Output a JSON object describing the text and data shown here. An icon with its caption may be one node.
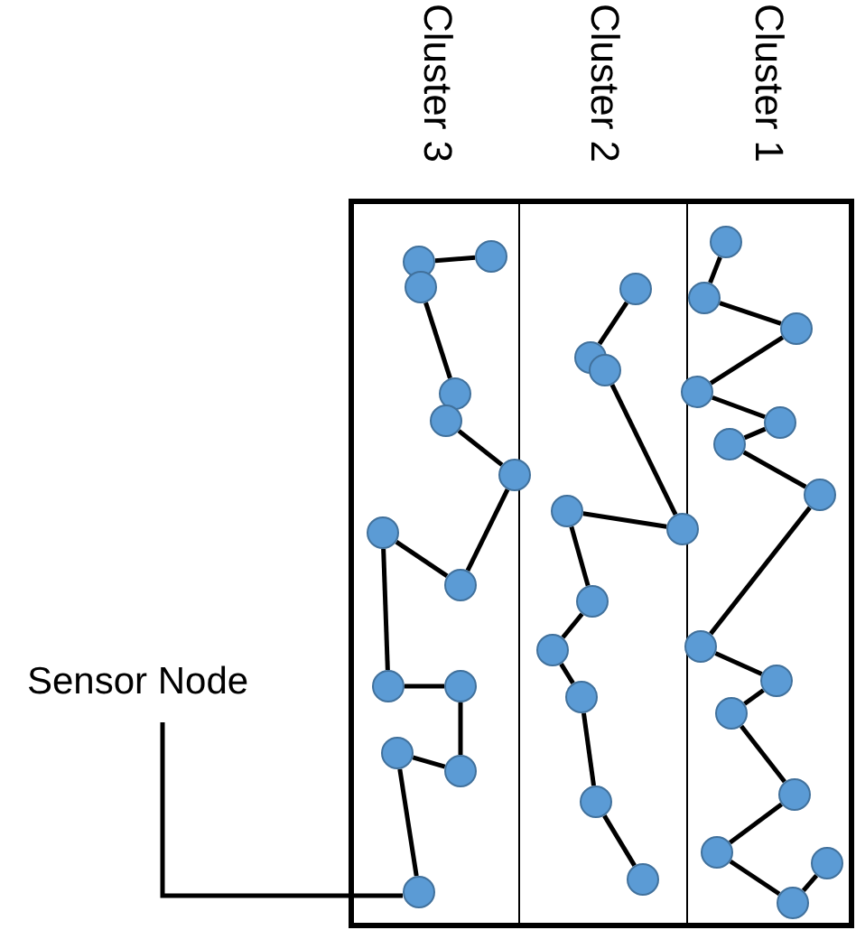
{
  "diagram": {
    "nodes": [
      {
        "text": [],
        "shape": "box"
      },
      {
        "text": [
          "Cluster 3"
        ],
        "in": 0
      },
      {
        "text": [
          "Cluster 2"
        ],
        "in": 0
      },
      {
        "text": [
          "Cluster 1"
        ],
        "in": 0
      },
      {
        "text": [
          "Sensor Node"
        ]
      },
      {
        "text": [],
        "shape": "circle",
        "in": 1
      },
      {
        "text": [],
        "shape": "circle",
        "in": 1
      },
      {
        "text": [],
        "shape": "circle",
        "in": 1
      },
      {
        "text": [],
        "shape": "circle",
        "in": 1
      },
      {
        "text": [],
        "shape": "circle",
        "in": 1
      },
      {
        "text": [],
        "shape": "circle",
        "in": 1
      },
      {
        "text": [],
        "shape": "circle",
        "in": 1
      },
      {
        "text": [],
        "shape": "circle",
        "in": 1
      },
      {
        "text": [],
        "shape": "circle",
        "in": 1
      },
      {
        "text": [],
        "shape": "circle",
        "in": 1
      },
      {
        "text": [],
        "shape": "circle",
        "in": 1
      },
      {
        "text": [],
        "shape": "circle",
        "in": 1
      },
      {
        "text": [],
        "shape": "circle",
        "in": 1
      },
      {
        "text": [],
        "shape": "circle",
        "in": 2
      },
      {
        "text": [],
        "shape": "circle",
        "in": 2
      },
      {
        "text": [],
        "shape": "circle",
        "in": 2
      },
      {
        "text": [],
        "shape": "circle",
        "in": 2
      },
      {
        "text": [],
        "shape": "circle",
        "in": 2
      },
      {
        "text": [],
        "shape": "circle",
        "in": 2
      },
      {
        "text": [],
        "shape": "circle",
        "in": 2
      },
      {
        "text": [],
        "shape": "circle",
        "in": 2
      },
      {
        "text": [],
        "shape": "circle",
        "in": 2
      },
      {
        "text": [],
        "shape": "circle",
        "in": 2
      },
      {
        "text": [],
        "shape": "circle",
        "in": 3
      },
      {
        "text": [],
        "shape": "circle",
        "in": 3
      },
      {
        "text": [],
        "shape": "circle",
        "in": 3
      },
      {
        "text": [],
        "shape": "circle",
        "in": 3
      },
      {
        "text": [],
        "shape": "circle",
        "in": 3
      },
      {
        "text": [],
        "shape": "circle",
        "in": 3
      },
      {
        "text": [],
        "shape": "circle",
        "in": 3
      },
      {
        "text": [],
        "shape": "circle",
        "in": 3
      },
      {
        "text": [],
        "shape": "circle",
        "in": 3
      },
      {
        "text": [],
        "shape": "circle",
        "in": 3
      },
      {
        "text": [],
        "shape": "circle",
        "in": 3
      },
      {
        "text": [],
        "shape": "circle",
        "in": 3
      },
      {
        "text": [],
        "shape": "circle",
        "in": 3
      },
      {
        "text": [],
        "shape": "circle",
        "in": 3
      }
    ],
    "edges": [
      {
        "from": 5,
        "to": 6,
        "arrow": "none"
      },
      {
        "from": 7,
        "to": 8,
        "arrow": "none"
      },
      {
        "from": 9,
        "to": 10,
        "arrow": "none"
      },
      {
        "from": 10,
        "to": 11,
        "arrow": "none"
      },
      {
        "from": 11,
        "to": 12,
        "arrow": "none"
      },
      {
        "from": 12,
        "to": 13,
        "arrow": "none"
      },
      {
        "from": 13,
        "to": 14,
        "arrow": "none"
      },
      {
        "from": 14,
        "to": 15,
        "arrow": "none"
      },
      {
        "from": 15,
        "to": 16,
        "arrow": "none"
      },
      {
        "from": 16,
        "to": 17,
        "arrow": "none"
      },
      {
        "from": 18,
        "to": 19,
        "arrow": "none"
      },
      {
        "from": 20,
        "to": 21,
        "arrow": "none"
      },
      {
        "from": 21,
        "to": 22,
        "arrow": "none"
      },
      {
        "from": 22,
        "to": 23,
        "arrow": "none"
      },
      {
        "from": 23,
        "to": 24,
        "arrow": "none"
      },
      {
        "from": 24,
        "to": 25,
        "arrow": "none"
      },
      {
        "from": 25,
        "to": 26,
        "arrow": "none"
      },
      {
        "from": 26,
        "to": 27,
        "arrow": "none"
      },
      {
        "from": 28,
        "to": 29,
        "arrow": "none"
      },
      {
        "from": 29,
        "to": 30,
        "arrow": "none"
      },
      {
        "from": 30,
        "to": 31,
        "arrow": "none"
      },
      {
        "from": 31,
        "to": 32,
        "arrow": "none"
      },
      {
        "from": 32,
        "to": 33,
        "arrow": "none"
      },
      {
        "from": 33,
        "to": 34,
        "arrow": "none"
      },
      {
        "from": 34,
        "to": 35,
        "arrow": "none"
      },
      {
        "from": 35,
        "to": 36,
        "arrow": "none"
      },
      {
        "from": 36,
        "to": 37,
        "arrow": "none"
      },
      {
        "from": 37,
        "to": 38,
        "arrow": "none"
      },
      {
        "from": 38,
        "to": 39,
        "arrow": "none"
      },
      {
        "from": 39,
        "to": 40,
        "arrow": "none"
      },
      {
        "from": 40,
        "to": 41,
        "arrow": "none"
      },
      {
        "from": 4,
        "to": 17,
        "arrow": "none"
      }
    ]
  }
}
